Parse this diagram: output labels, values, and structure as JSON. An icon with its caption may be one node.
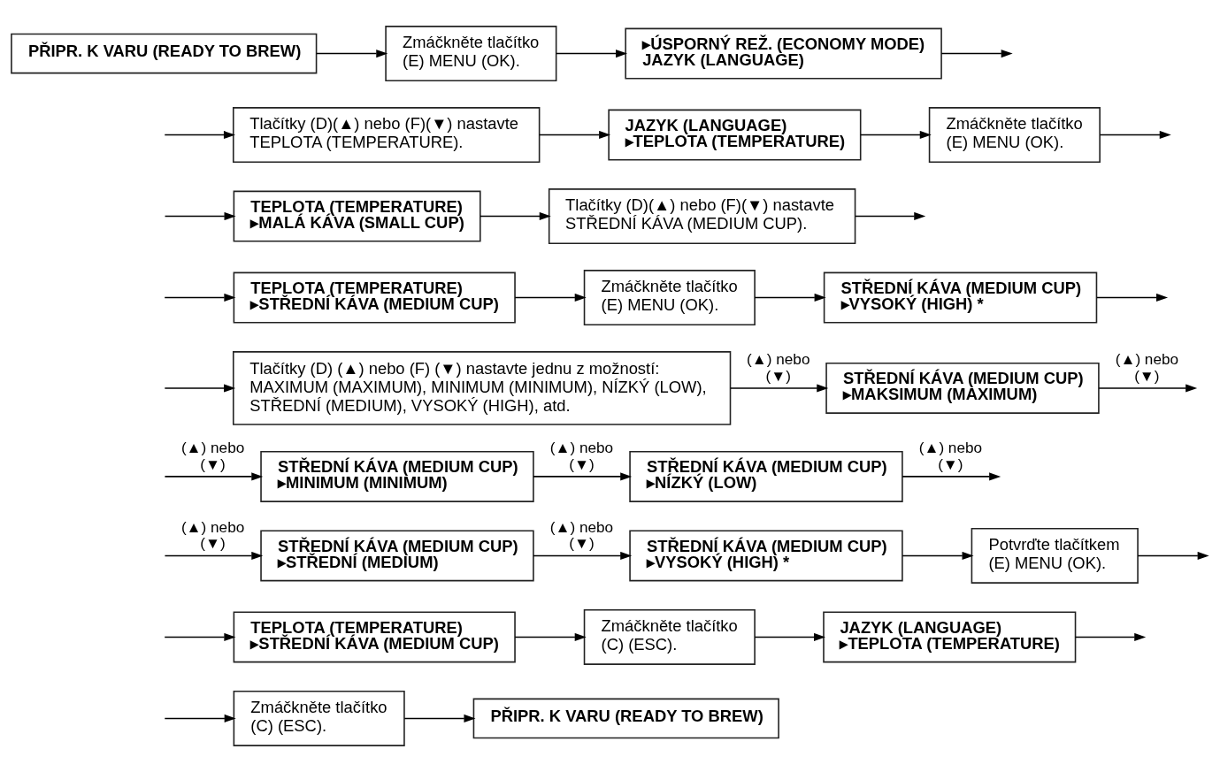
{
  "diagram": {
    "nodes": [
      {
        "text": [
          "PŘIPR. K VARU (READY TO BREW)"
        ]
      },
      {
        "text": [
          "Zmáčkněte tlačítko (E) MENU (OK)."
        ]
      },
      {
        "text": [
          "▸ÚSPORNÝ REŽ. (ECONOMY MODE)",
          "JAZYK (LANGUAGE)"
        ]
      },
      {
        "text": [
          "Tlačítky (D)(▲) nebo (F)(▼) nastavte TEPLOTA (TEMPERATURE)."
        ]
      },
      {
        "text": [
          "JAZYK (LANGUAGE)",
          "▸TEPLOTA (TEMPERATURE)"
        ]
      },
      {
        "text": [
          "Zmáčkněte tlačítko (E) MENU (OK)."
        ]
      },
      {
        "text": [
          "TEPLOTA (TEMPERATURE)",
          "▸MALÁ KÁVA (SMALL CUP)"
        ]
      },
      {
        "text": [
          "Tlačítky (D)(▲) nebo (F)(▼) nastavte STŘEDNÍ KÁVA (MEDIUM CUP)."
        ]
      },
      {
        "text": [
          "TEPLOTA (TEMPERATURE)",
          "▸STŘEDNÍ KÁVA (MEDIUM CUP)"
        ]
      },
      {
        "text": [
          "Zmáčkněte tlačítko (E) MENU (OK)."
        ]
      },
      {
        "text": [
          "STŘEDNÍ KÁVA (MEDIUM CUP)",
          "▸VYSOKÝ (HIGH) *"
        ]
      },
      {
        "text": [
          "Tlačítky (D) (▲) nebo (F) (▼) nastavte jednu z možností: MAXIMUM (MAXIMUM), MINIMUM (MINIMUM), NÍZKÝ (LOW), STŘEDNÍ (MEDIUM), VYSOKÝ (HIGH), atd."
        ]
      },
      {
        "text": [
          "STŘEDNÍ KÁVA (MEDIUM CUP)",
          "▸MAKSIMUM (MAXIMUM)"
        ]
      },
      {
        "text": [
          "STŘEDNÍ KÁVA (MEDIUM CUP)",
          "▸MINIMUM (MINIMUM)"
        ]
      },
      {
        "text": [
          "STŘEDNÍ KÁVA (MEDIUM CUP)",
          "▸NÍZKÝ (LOW)"
        ]
      },
      {
        "text": [
          "STŘEDNÍ KÁVA (MEDIUM CUP)",
          "▸STŘEDNÍ (MEDIUM)"
        ]
      },
      {
        "text": [
          "STŘEDNÍ KÁVA (MEDIUM CUP)",
          "▸VYSOKÝ (HIGH) *"
        ]
      },
      {
        "text": [
          "Potvrďte tlačítkem (E) MENU (OK)."
        ]
      },
      {
        "text": [
          "TEPLOTA (TEMPERATURE)",
          "▸STŘEDNÍ KÁVA (MEDIUM CUP)"
        ]
      },
      {
        "text": [
          "Zmáčkněte tlačítko (C) (ESC)."
        ]
      },
      {
        "text": [
          "JAZYK (LANGUAGE)",
          "▸TEPLOTA (TEMPERATURE)"
        ]
      },
      {
        "text": [
          "Zmáčkněte tlačítko (C) (ESC)."
        ]
      },
      {
        "text": [
          "PŘIPR. K VARU (READY TO BREW)"
        ]
      }
    ],
    "edges": [
      {
        "from": 0,
        "to": 1,
        "arrow": "to"
      },
      {
        "from": 1,
        "to": 2,
        "arrow": "to"
      },
      {
        "from": 2,
        "to": null,
        "arrow": "to"
      },
      {
        "from": null,
        "to": 3,
        "arrow": "to"
      },
      {
        "from": 3,
        "to": 4,
        "arrow": "to"
      },
      {
        "from": 4,
        "to": 5,
        "arrow": "to"
      },
      {
        "from": 5,
        "to": null,
        "arrow": "to"
      },
      {
        "from": null,
        "to": 6,
        "arrow": "to"
      },
      {
        "from": 6,
        "to": 7,
        "arrow": "to"
      },
      {
        "from": 7,
        "to": null,
        "arrow": "to"
      },
      {
        "from": null,
        "to": 8,
        "arrow": "to"
      },
      {
        "from": 8,
        "to": 9,
        "arrow": "to"
      },
      {
        "from": 9,
        "to": 10,
        "arrow": "to"
      },
      {
        "from": 10,
        "to": null,
        "arrow": "to"
      },
      {
        "from": null,
        "to": 11,
        "arrow": "to"
      },
      {
        "from": 11,
        "to": 12,
        "arrow": "to",
        "label": "(▲) nebo (▼)"
      },
      {
        "from": 12,
        "to": null,
        "arrow": "to",
        "label": "(▲) nebo (▼)"
      },
      {
        "from": null,
        "to": 13,
        "arrow": "to",
        "label": "(▲) nebo (▼)"
      },
      {
        "from": 13,
        "to": 14,
        "arrow": "to",
        "label": "(▲) nebo (▼)"
      },
      {
        "from": 14,
        "to": null,
        "arrow": "to",
        "label": "(▲) nebo (▼)"
      },
      {
        "from": null,
        "to": 15,
        "arrow": "to",
        "label": "(▲) nebo (▼)"
      },
      {
        "from": 15,
        "to": 16,
        "arrow": "to",
        "label": "(▲) nebo (▼)"
      },
      {
        "from": 16,
        "to": 17,
        "arrow": "to"
      },
      {
        "from": 17,
        "to": null,
        "arrow": "to"
      },
      {
        "from": null,
        "to": 18,
        "arrow": "to"
      },
      {
        "from": 18,
        "to": 19,
        "arrow": "to"
      },
      {
        "from": 19,
        "to": 20,
        "arrow": "to"
      },
      {
        "from": 20,
        "to": null,
        "arrow": "to"
      },
      {
        "from": null,
        "to": 21,
        "arrow": "to"
      },
      {
        "from": 21,
        "to": 22,
        "arrow": "to"
      }
    ]
  }
}
